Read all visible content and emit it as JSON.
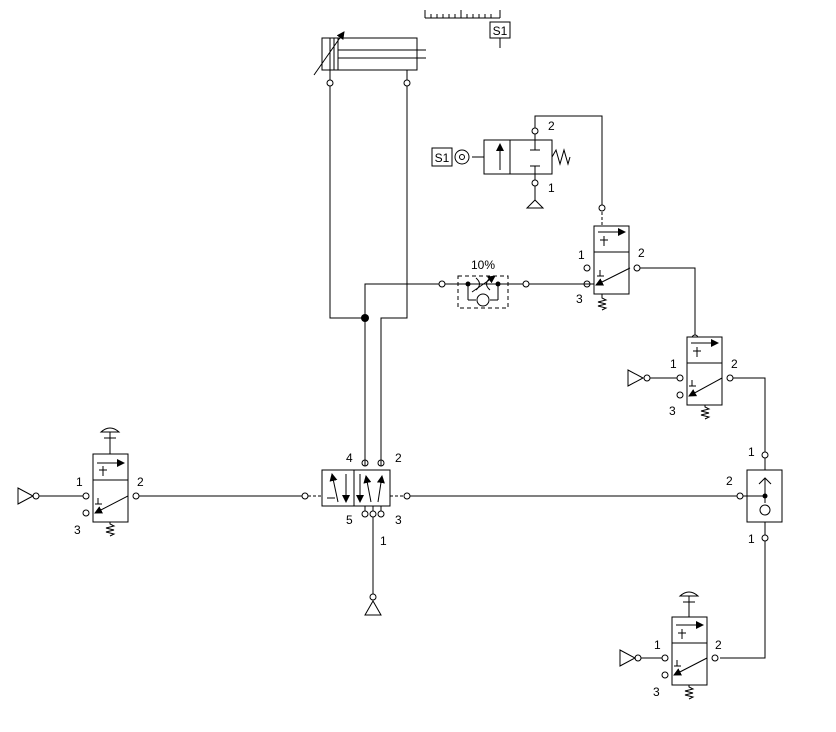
{
  "sensor_label": "S1",
  "trip_valve": {
    "trigger_label": "S1",
    "port_out": "2",
    "port_in": "1"
  },
  "upper_valve": {
    "port_in": "1",
    "port_out": "2",
    "port_exhaust": "3"
  },
  "middle_valve": {
    "port_in": "1",
    "port_out": "2",
    "port_exhaust": "3"
  },
  "flow_control": {
    "setting": "10%"
  },
  "main_valve": {
    "port_4": "4",
    "port_2": "2",
    "port_5": "5",
    "port_3": "3",
    "port_1": "1"
  },
  "left_button_valve": {
    "port_in": "1",
    "port_out": "2",
    "port_exhaust": "3"
  },
  "shuttle_valve": {
    "port_top": "1",
    "port_side": "2",
    "port_bottom": "1"
  },
  "bottom_button_valve": {
    "port_in": "1",
    "port_out": "2",
    "port_exhaust": "3"
  }
}
